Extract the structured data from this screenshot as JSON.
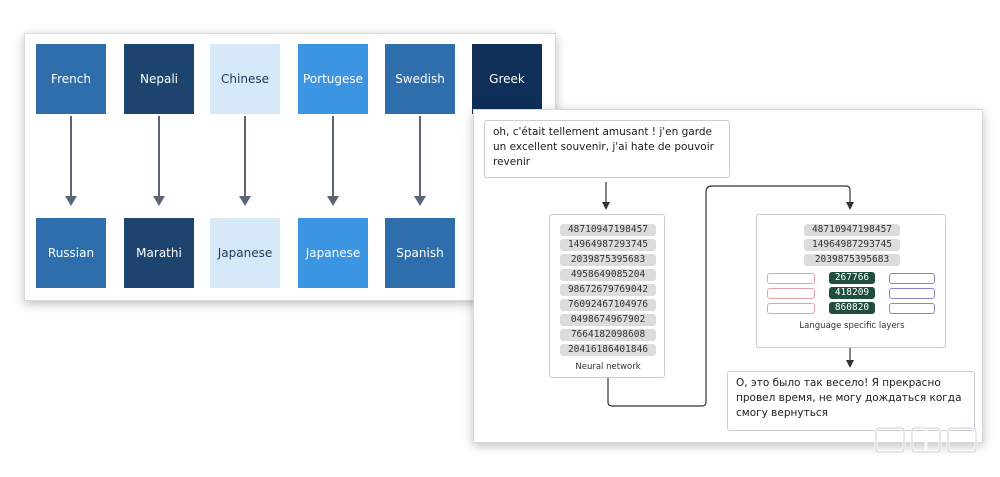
{
  "colors": {
    "blue_medium": "#2f6eac",
    "blue_dark": "#1c446e",
    "blue_light": "#d6e9f8",
    "blue_bright": "#3b95e2",
    "blue_navy": "#0f2f59",
    "pill_gray": "#dcdcdc",
    "pill_dark_green": "#1f4d3f",
    "pill_outline_red": "#e2a3a8",
    "pill_outline_purple": "#8e83c9"
  },
  "source_languages": [
    "French",
    "Nepali",
    "Chinese",
    "Portugese",
    "Swedish",
    "Greek"
  ],
  "target_languages": [
    "Russian",
    "Marathi",
    "Japanese",
    "Japanese",
    "Spanish"
  ],
  "input_text": "oh, c'était tellement amusant ! j'en garde un excellent souvenir, j'ai hate de pouvoir revenir",
  "neural_network": {
    "numbers": [
      "48710947198457",
      "14964987293745",
      "2039875395683",
      "4958649085204",
      "98672679769042",
      "76092467104976",
      "0498674967902",
      "7664182098608",
      "20416186401846"
    ],
    "caption": "Neural network"
  },
  "language_layers": {
    "numbers": [
      "48710947198457",
      "14964987293745",
      "2039875395683"
    ],
    "dark_values": [
      "267766",
      "418209",
      "860820"
    ],
    "caption": "Language specific layers"
  },
  "output_text": "О, это было так весело! Я прекрасно провел время, не могу дождаться когда смогу вернуться"
}
